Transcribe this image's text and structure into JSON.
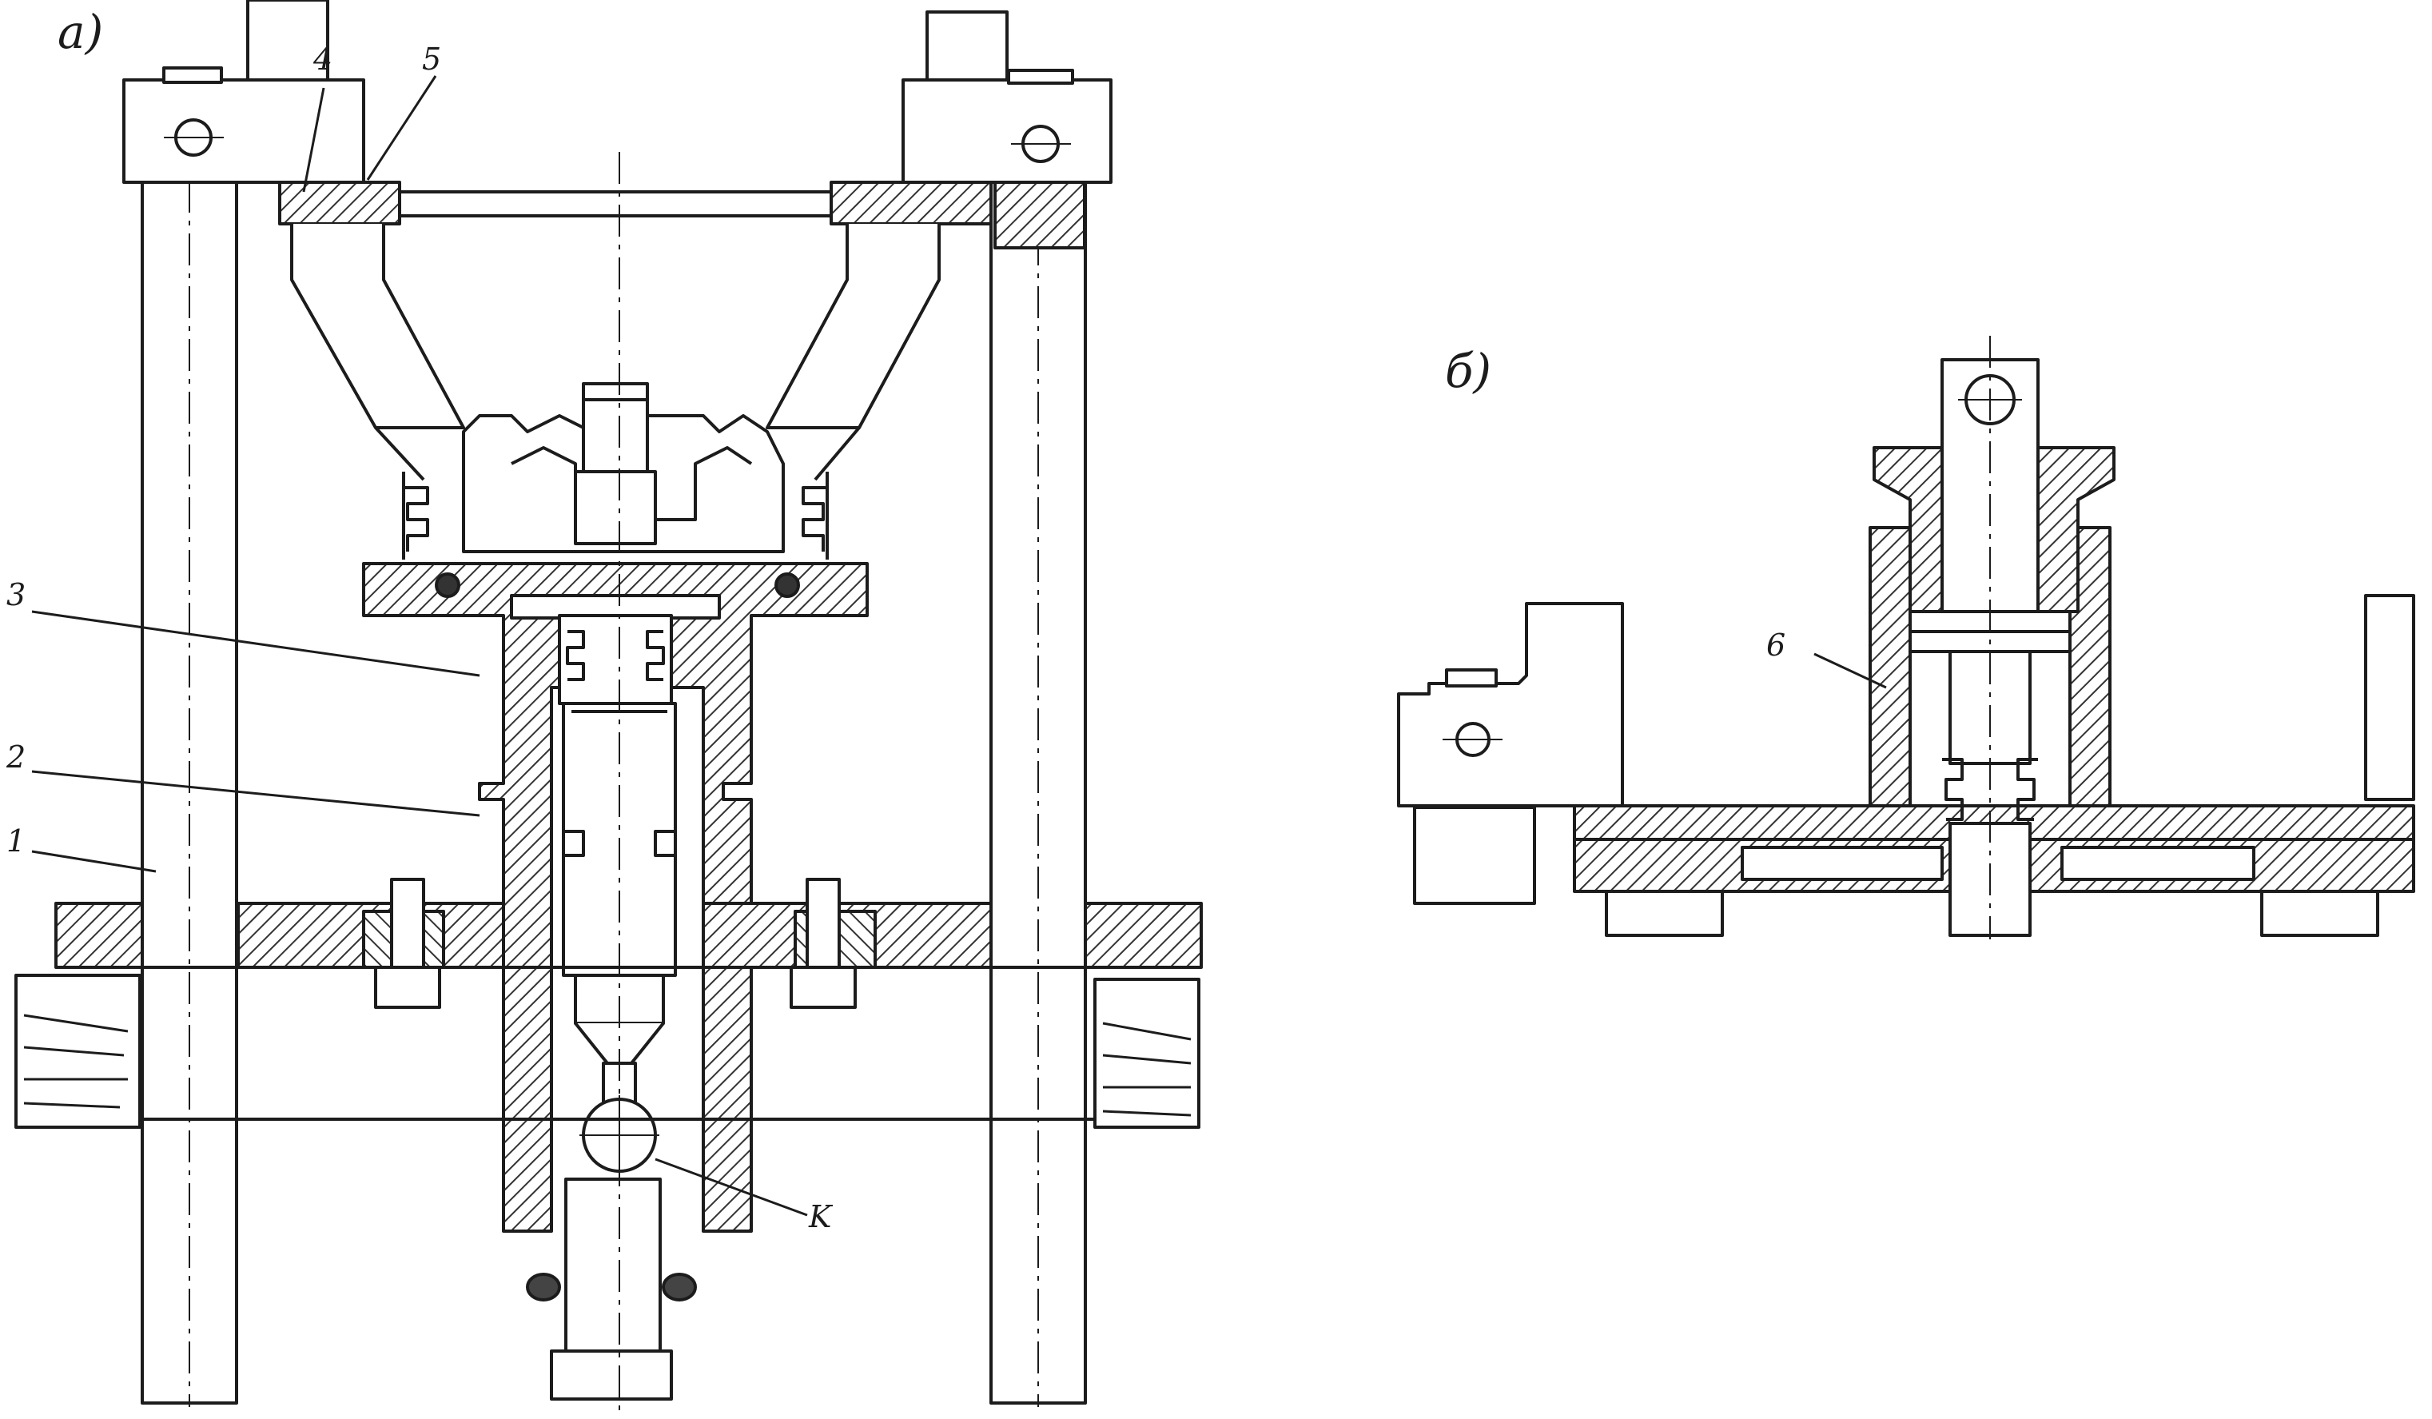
{
  "figure_a": {
    "panel_label": "a)",
    "part_labels": {
      "p1": "1",
      "p2": "2",
      "p3": "3",
      "p4": "4",
      "p5": "5",
      "pK": "K"
    }
  },
  "figure_b": {
    "panel_label": "б)",
    "part_labels": {
      "p6": "6"
    }
  },
  "colors": {
    "ink": "#1c1c1c",
    "paper": "#ffffff",
    "hatch": "#333333"
  }
}
